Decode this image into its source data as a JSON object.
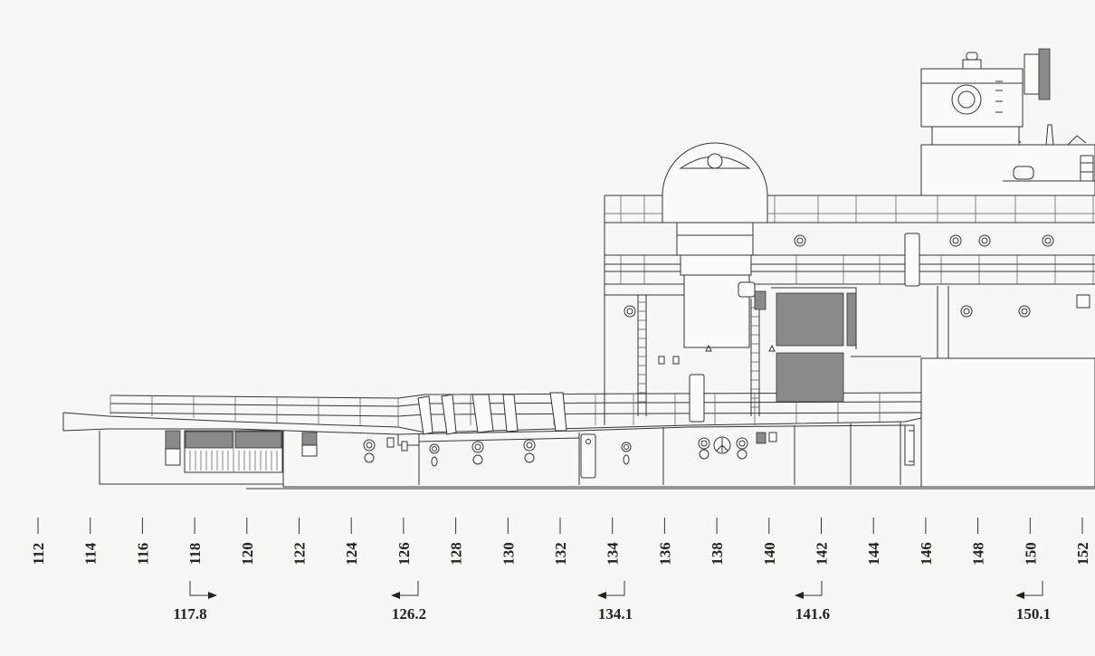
{
  "frames": [
    "112",
    "114",
    "116",
    "118",
    "120",
    "122",
    "124",
    "126",
    "128",
    "130",
    "132",
    "134",
    "136",
    "138",
    "140",
    "142",
    "144",
    "146",
    "148",
    "150",
    "152"
  ],
  "sections": [
    {
      "label": "117.8",
      "direction": "right"
    },
    {
      "label": "126.2",
      "direction": "left"
    },
    {
      "label": "134.1",
      "direction": "left"
    },
    {
      "label": "141.6",
      "direction": "left"
    },
    {
      "label": "150.1",
      "direction": "left"
    }
  ]
}
